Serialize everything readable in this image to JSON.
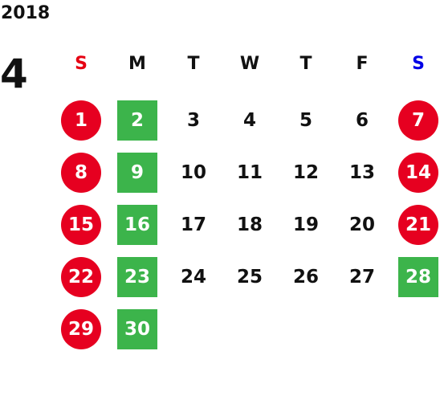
{
  "calendar": {
    "year": "2018",
    "month": "4",
    "weekdays": [
      "S",
      "M",
      "T",
      "W",
      "T",
      "F",
      "S"
    ],
    "colors": {
      "sunday_header": "#e60012",
      "saturday_header": "#0000e6",
      "weekday_header": "#111111",
      "holiday_circle": "#e60020",
      "monday_square": "#3cb44b",
      "day_text": "#111111"
    },
    "weeks": [
      [
        "1",
        "2",
        "3",
        "4",
        "5",
        "6",
        "7"
      ],
      [
        "8",
        "9",
        "10",
        "11",
        "12",
        "13",
        "14"
      ],
      [
        "15",
        "16",
        "17",
        "18",
        "19",
        "20",
        "21"
      ],
      [
        "22",
        "23",
        "24",
        "25",
        "26",
        "27",
        "28"
      ],
      [
        "29",
        "30",
        "",
        "",
        "",
        "",
        ""
      ]
    ],
    "highlighted_saturday_square": "28"
  }
}
